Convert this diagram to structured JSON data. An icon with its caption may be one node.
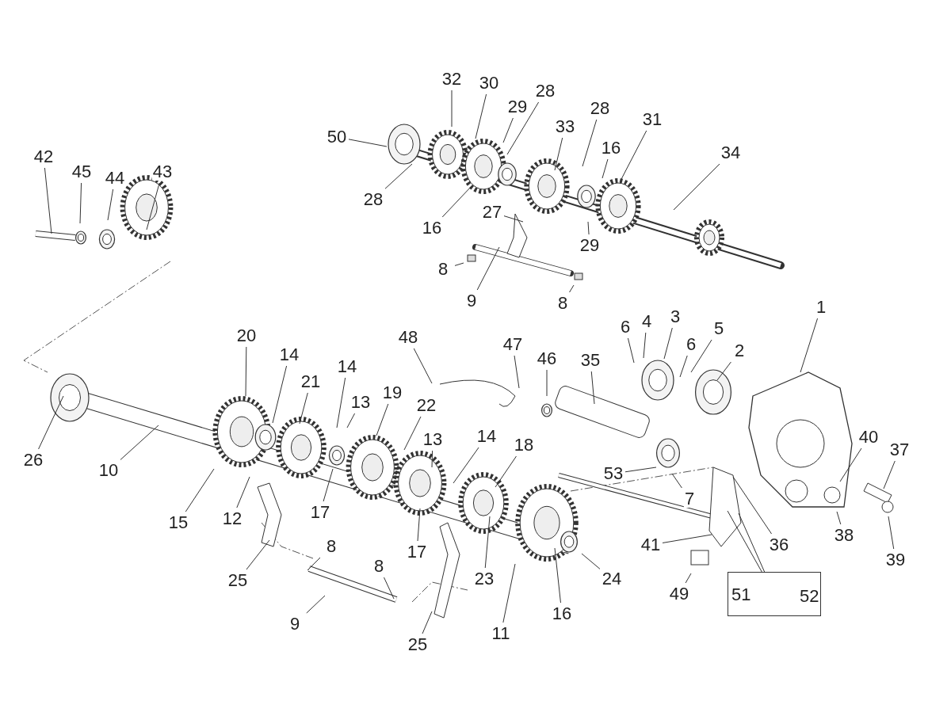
{
  "diagram": {
    "nodes": [
      {
        "text": [
          "1"
        ]
      },
      {
        "text": [
          "2"
        ]
      },
      {
        "text": [
          "3"
        ]
      },
      {
        "text": [
          "4"
        ]
      },
      {
        "text": [
          "5"
        ]
      },
      {
        "text": [
          "6"
        ]
      },
      {
        "text": [
          "6"
        ]
      },
      {
        "text": [
          "7"
        ]
      },
      {
        "text": [
          "8"
        ]
      },
      {
        "text": [
          "8"
        ]
      },
      {
        "text": [
          "8"
        ]
      },
      {
        "text": [
          "8"
        ]
      },
      {
        "text": [
          "9"
        ]
      },
      {
        "text": [
          "9"
        ]
      },
      {
        "text": [
          "10"
        ]
      },
      {
        "text": [
          "11"
        ]
      },
      {
        "text": [
          "12"
        ]
      },
      {
        "text": [
          "13"
        ]
      },
      {
        "text": [
          "13"
        ]
      },
      {
        "text": [
          "14"
        ]
      },
      {
        "text": [
          "14"
        ]
      },
      {
        "text": [
          "14"
        ]
      },
      {
        "text": [
          "15"
        ]
      },
      {
        "text": [
          "16"
        ]
      },
      {
        "text": [
          "16"
        ]
      },
      {
        "text": [
          "16"
        ]
      },
      {
        "text": [
          "17"
        ]
      },
      {
        "text": [
          "17"
        ]
      },
      {
        "text": [
          "18"
        ]
      },
      {
        "text": [
          "19"
        ]
      },
      {
        "text": [
          "20"
        ]
      },
      {
        "text": [
          "21"
        ]
      },
      {
        "text": [
          "22"
        ]
      },
      {
        "text": [
          "23"
        ]
      },
      {
        "text": [
          "24"
        ]
      },
      {
        "text": [
          "25"
        ]
      },
      {
        "text": [
          "25"
        ]
      },
      {
        "text": [
          "26"
        ]
      },
      {
        "text": [
          "27"
        ]
      },
      {
        "text": [
          "28"
        ]
      },
      {
        "text": [
          "28"
        ]
      },
      {
        "text": [
          "28"
        ]
      },
      {
        "text": [
          "29"
        ]
      },
      {
        "text": [
          "29"
        ]
      },
      {
        "text": [
          "30"
        ]
      },
      {
        "text": [
          "31"
        ]
      },
      {
        "text": [
          "32"
        ]
      },
      {
        "text": [
          "33"
        ]
      },
      {
        "text": [
          "34"
        ]
      },
      {
        "text": [
          "35"
        ]
      },
      {
        "text": [
          "36"
        ]
      },
      {
        "text": [
          "37"
        ]
      },
      {
        "text": [
          "38"
        ]
      },
      {
        "text": [
          "39"
        ]
      },
      {
        "text": [
          "40"
        ]
      },
      {
        "text": [
          "41"
        ]
      },
      {
        "text": [
          "42"
        ]
      },
      {
        "text": [
          "43"
        ]
      },
      {
        "text": [
          "44"
        ]
      },
      {
        "text": [
          "45"
        ]
      },
      {
        "text": [
          "46"
        ]
      },
      {
        "text": [
          "47"
        ]
      },
      {
        "text": [
          "48"
        ]
      },
      {
        "text": [
          "49"
        ]
      },
      {
        "text": [
          "50"
        ]
      },
      {
        "text": [],
        "shape": "box"
      },
      {
        "text": [
          "51"
        ],
        "in": 65
      },
      {
        "text": [
          "52"
        ],
        "in": 65
      },
      {
        "text": [
          "53"
        ]
      }
    ],
    "edges": [
      {
        "from": 0,
        "to": null,
        "arrow": "none"
      },
      {
        "from": 1,
        "to": null,
        "arrow": "none"
      },
      {
        "from": 2,
        "to": null,
        "arrow": "none"
      },
      {
        "from": 3,
        "to": null,
        "arrow": "none"
      },
      {
        "from": 4,
        "to": null,
        "arrow": "none"
      },
      {
        "from": 5,
        "to": null,
        "arrow": "none"
      },
      {
        "from": 6,
        "to": null,
        "arrow": "none"
      },
      {
        "from": 7,
        "to": null,
        "arrow": "none"
      },
      {
        "from": 8,
        "to": null,
        "arrow": "none"
      },
      {
        "from": 9,
        "to": null,
        "arrow": "none"
      },
      {
        "from": 10,
        "to": null,
        "arrow": "none"
      },
      {
        "from": 11,
        "to": null,
        "arrow": "none"
      },
      {
        "from": 12,
        "to": null,
        "arrow": "none"
      },
      {
        "from": 13,
        "to": null,
        "arrow": "none"
      },
      {
        "from": 14,
        "to": null,
        "arrow": "none"
      },
      {
        "from": 15,
        "to": null,
        "arrow": "none"
      },
      {
        "from": 16,
        "to": null,
        "arrow": "none"
      },
      {
        "from": 17,
        "to": null,
        "arrow": "none"
      },
      {
        "from": 18,
        "to": null,
        "arrow": "none"
      },
      {
        "from": 19,
        "to": null,
        "arrow": "none"
      },
      {
        "from": 20,
        "to": null,
        "arrow": "none"
      },
      {
        "from": 21,
        "to": null,
        "arrow": "none"
      },
      {
        "from": 22,
        "to": null,
        "arrow": "none"
      },
      {
        "from": 23,
        "to": null,
        "arrow": "none"
      },
      {
        "from": 24,
        "to": null,
        "arrow": "none"
      },
      {
        "from": 25,
        "to": null,
        "arrow": "none"
      },
      {
        "from": 26,
        "to": null,
        "arrow": "none"
      },
      {
        "from": 27,
        "to": null,
        "arrow": "none"
      },
      {
        "from": 28,
        "to": null,
        "arrow": "none"
      },
      {
        "from": 29,
        "to": null,
        "arrow": "none"
      },
      {
        "from": 30,
        "to": null,
        "arrow": "none"
      },
      {
        "from": 31,
        "to": null,
        "arrow": "none"
      },
      {
        "from": 32,
        "to": null,
        "arrow": "none"
      },
      {
        "from": 33,
        "to": null,
        "arrow": "none"
      },
      {
        "from": 34,
        "to": null,
        "arrow": "none"
      },
      {
        "from": 35,
        "to": null,
        "arrow": "none"
      },
      {
        "from": 36,
        "to": null,
        "arrow": "none"
      },
      {
        "from": 37,
        "to": null,
        "arrow": "none"
      },
      {
        "from": 38,
        "to": null,
        "arrow": "none"
      },
      {
        "from": 39,
        "to": null,
        "arrow": "none"
      },
      {
        "from": 40,
        "to": null,
        "arrow": "none"
      },
      {
        "from": 41,
        "to": null,
        "arrow": "none"
      },
      {
        "from": 42,
        "to": null,
        "arrow": "none"
      },
      {
        "from": 43,
        "to": null,
        "arrow": "none"
      },
      {
        "from": 44,
        "to": null,
        "arrow": "none"
      },
      {
        "from": 45,
        "to": null,
        "arrow": "none"
      },
      {
        "from": 46,
        "to": null,
        "arrow": "none"
      },
      {
        "from": 47,
        "to": null,
        "arrow": "none"
      },
      {
        "from": 48,
        "to": null,
        "arrow": "none"
      },
      {
        "from": 49,
        "to": null,
        "arrow": "none"
      },
      {
        "from": 50,
        "to": null,
        "arrow": "none"
      },
      {
        "from": 51,
        "to": null,
        "arrow": "none"
      },
      {
        "from": 52,
        "to": null,
        "arrow": "none"
      },
      {
        "from": 53,
        "to": null,
        "arrow": "none"
      },
      {
        "from": 54,
        "to": null,
        "arrow": "none"
      },
      {
        "from": 55,
        "to": null,
        "arrow": "none"
      },
      {
        "from": 56,
        "to": null,
        "arrow": "none"
      },
      {
        "from": 57,
        "to": null,
        "arrow": "none"
      },
      {
        "from": 58,
        "to": null,
        "arrow": "none"
      },
      {
        "from": 59,
        "to": null,
        "arrow": "none"
      },
      {
        "from": 60,
        "to": null,
        "arrow": "none"
      },
      {
        "from": 61,
        "to": null,
        "arrow": "none"
      },
      {
        "from": 62,
        "to": null,
        "arrow": "none"
      },
      {
        "from": 63,
        "to": null,
        "arrow": "none"
      },
      {
        "from": 64,
        "to": null,
        "arrow": "none"
      },
      {
        "from": 65,
        "to": null,
        "arrow": "none"
      },
      {
        "from": 65,
        "to": null,
        "arrow": "none"
      },
      {
        "from": 68,
        "to": null,
        "arrow": "none"
      }
    ]
  }
}
